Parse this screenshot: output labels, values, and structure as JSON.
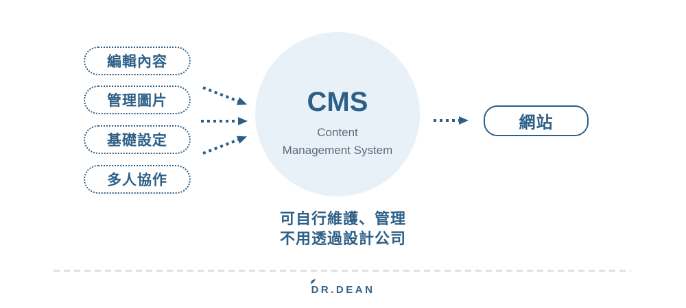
{
  "features": [
    {
      "label": "編輯內容"
    },
    {
      "label": "管理圖片"
    },
    {
      "label": "基礎設定"
    },
    {
      "label": "多人協作"
    }
  ],
  "cms": {
    "acronym": "CMS",
    "full_name_line1": "Content",
    "full_name_line2": "Management System"
  },
  "output": {
    "label": "網站"
  },
  "caption": {
    "line1": "可自行維護、管理",
    "line2": "不用透過設計公司"
  },
  "brand": {
    "name": "DR.DEAN"
  },
  "colors": {
    "primary": "#2d5f87",
    "circle_fill": "#e9f1f8",
    "subtitle_gray": "#5b6b7a",
    "divider_gray": "#dbe1e6",
    "brand_blue": "#33628b"
  }
}
